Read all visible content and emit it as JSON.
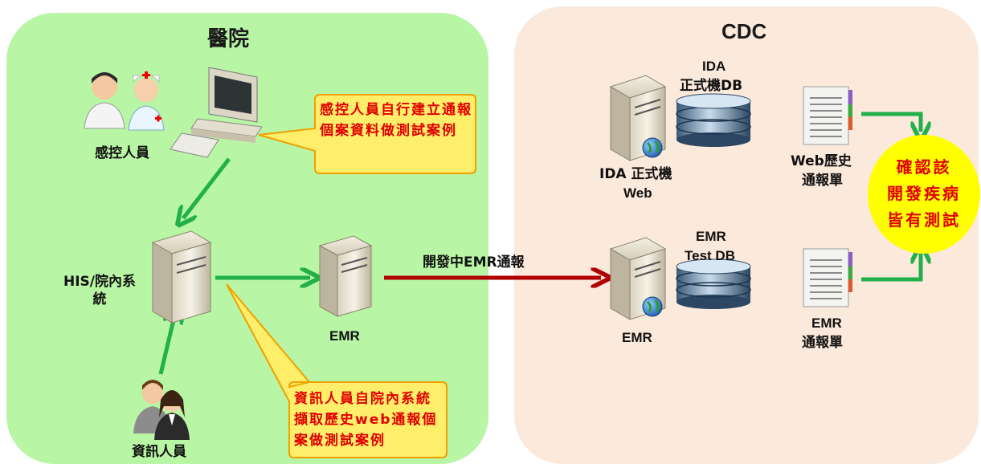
{
  "hospital": {
    "title": "醫院"
  },
  "cdc": {
    "title": "CDC"
  },
  "people": {
    "infection_control": "感控人員",
    "it_staff": "資訊人員"
  },
  "callouts": {
    "infection_control_note": "感控人員自行建立通報個案資料做測試案例",
    "it_staff_note": "資訊人員自院內系統擷取歷史web通報個案做測試案例"
  },
  "servers": {
    "his": "HIS/院內系統",
    "emr_hospital": "EMR",
    "ida_web_line1": "IDA 正式機",
    "ida_web_line2": "Web",
    "emr_cdc": "EMR"
  },
  "databases": {
    "ida_db_line1": "IDA",
    "ida_db_line2": "正式機DB",
    "emr_db_line1": "EMR",
    "emr_db_line2": "Test DB"
  },
  "documents": {
    "web_history_line1": "Web歷史",
    "web_history_line2": "通報單",
    "emr_report_line1": "EMR",
    "emr_report_line2": "通報單"
  },
  "flow": {
    "emr_transfer_label": "開發中EMR通報"
  },
  "confirm": {
    "line1": "確認該",
    "line2": "開發疾病",
    "line3": "皆有測試"
  },
  "colors": {
    "hospital_bg": "#b8f5a4",
    "cdc_bg": "#fbe9dc",
    "callout_fill": "#ffee6a",
    "callout_border": "#f0a000",
    "callout_text": "#e00000",
    "flow_arrow": "#22b04a",
    "transfer_arrow": "#b00000",
    "confirm_fill": "#ffff00"
  }
}
